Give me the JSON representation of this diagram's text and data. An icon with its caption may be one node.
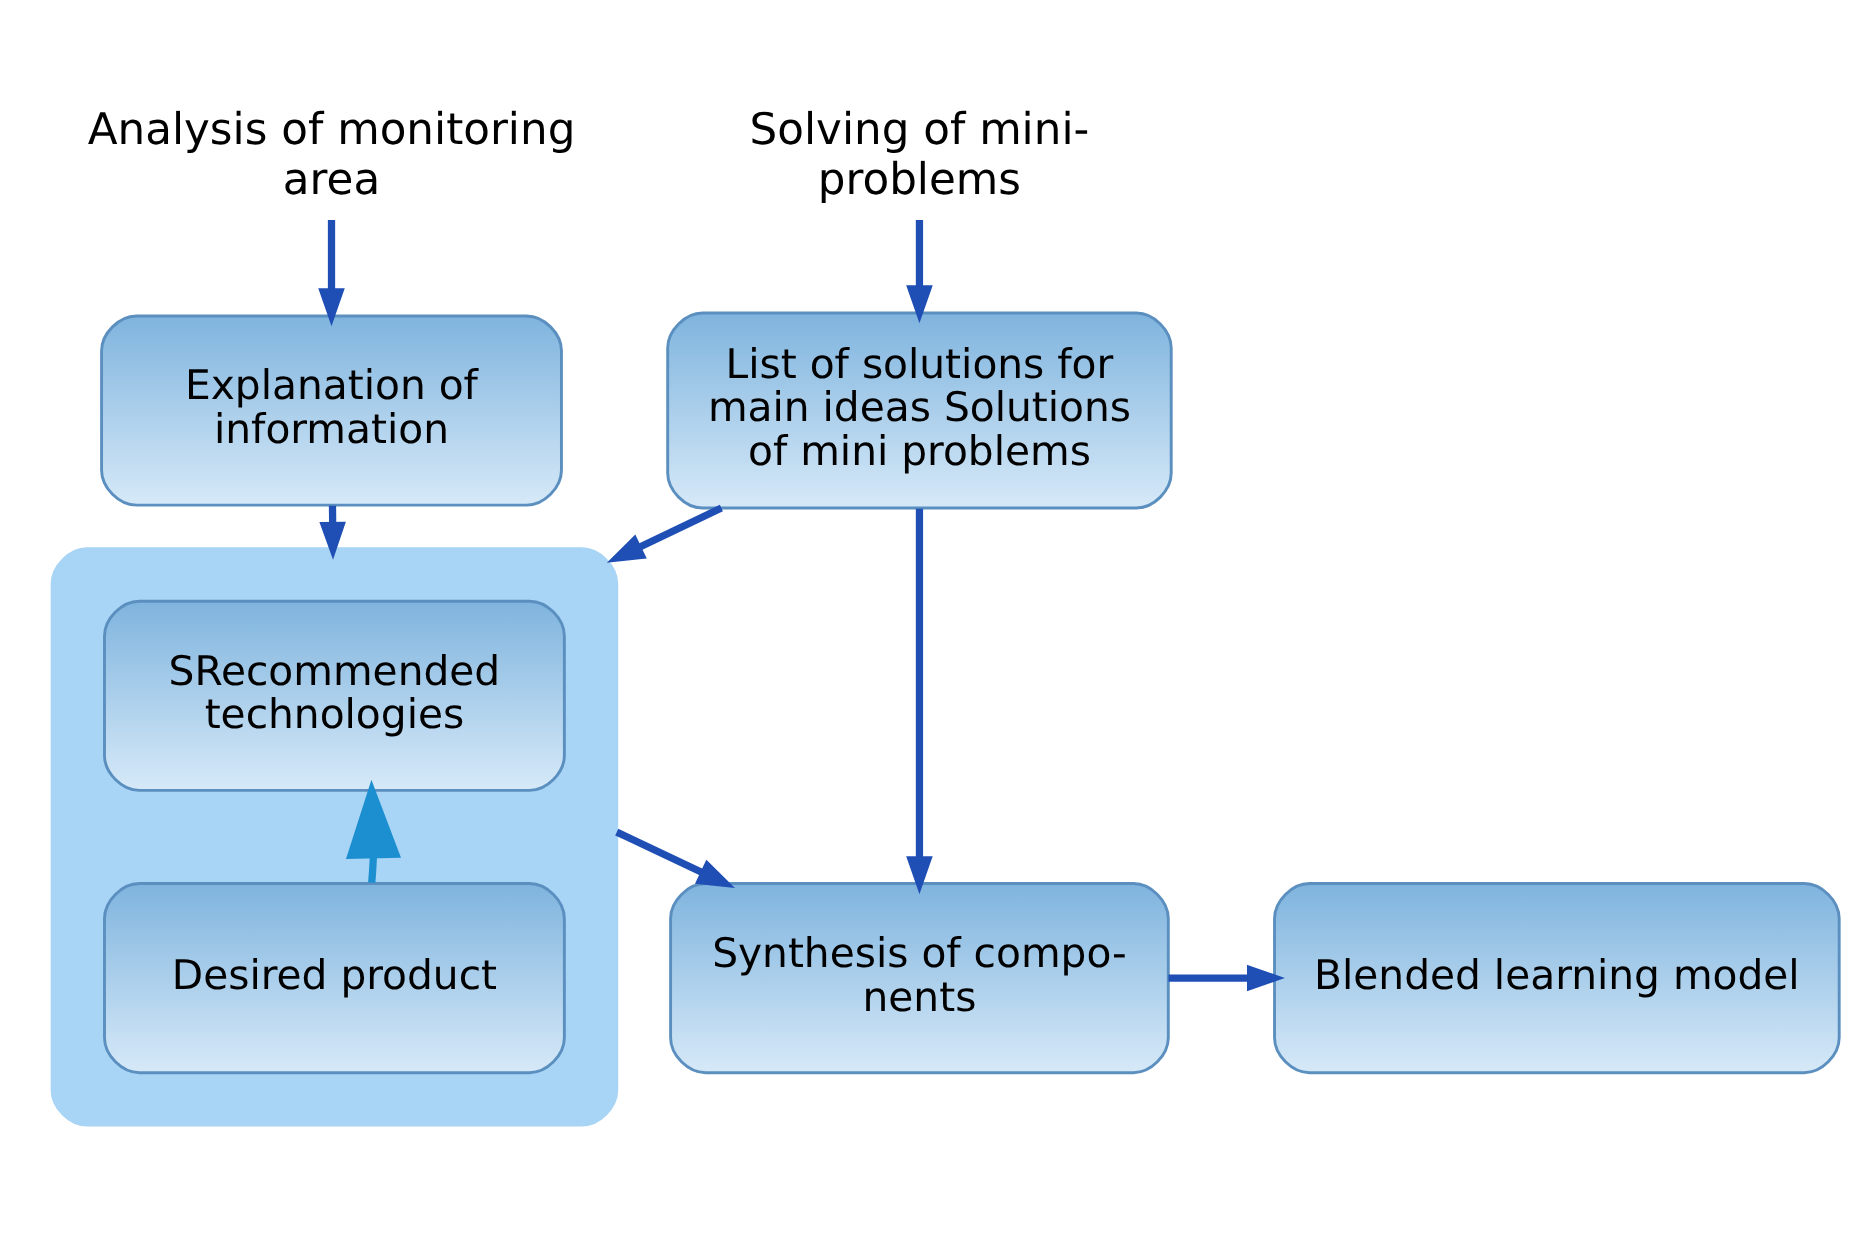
{
  "diagram": {
    "nodes": [
      {
        "text": [
          "Analysis of monitoring area"
        ]
      },
      {
        "text": [
          "Solving of mini-problems"
        ]
      },
      {
        "text": [
          "Explanation of information"
        ]
      },
      {
        "text": [
          "List of solutions for main ideas Solutions of mini problems"
        ]
      },
      {
        "text": [],
        "shape": "box"
      },
      {
        "text": [
          "SRecommended technologies"
        ],
        "in": 4
      },
      {
        "text": [
          "Desired product"
        ],
        "in": 4
      },
      {
        "text": [
          "Synthesis of compo- nents"
        ]
      },
      {
        "text": [
          "Blended learning model"
        ]
      }
    ],
    "edges": [
      {
        "from": 0,
        "to": 2,
        "arrow": "to"
      },
      {
        "from": 1,
        "to": 3,
        "arrow": "to"
      },
      {
        "from": 2,
        "to": 4,
        "arrow": "to"
      },
      {
        "from": 3,
        "to": 4,
        "arrow": "to"
      },
      {
        "from": 3,
        "to": 7,
        "arrow": "to"
      },
      {
        "from": 4,
        "to": 7,
        "arrow": "to"
      },
      {
        "from": 7,
        "to": 8,
        "arrow": "to"
      },
      {
        "from": 6,
        "to": 5,
        "arrow": "to",
        "color": "#1b8fd0"
      }
    ]
  }
}
